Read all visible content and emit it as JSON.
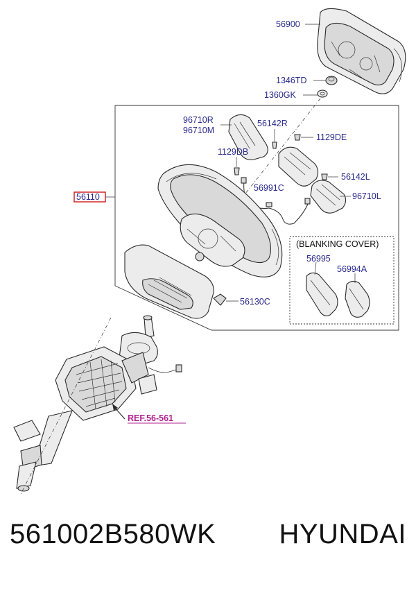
{
  "labels": {
    "airbag": "56900",
    "nut": "1346TD",
    "washer": "1360GK",
    "remote_r": "96710R",
    "remote_m": "96710M",
    "screw_r": "56142R",
    "bolt_de": "1129DE",
    "bolt_db": "1129DB",
    "assembly": "56110",
    "screw_l": "56142L",
    "harness": "56991C",
    "remote_l": "96710L",
    "blanking_title": "(BLANKING COVER)",
    "blank_r": "56995",
    "blank_l": "56994A",
    "lower_cover": "56130C",
    "ref": "REF.56-561"
  },
  "footer": {
    "part_number": "561002B580WK",
    "brand": "HYUNDAI"
  },
  "colors": {
    "label_blue": "#2a2a8c",
    "ref_magenta": "#b0208f",
    "highlight_red": "#d01818"
  }
}
